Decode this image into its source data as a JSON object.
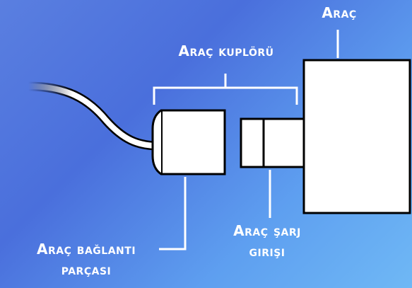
{
  "labels": {
    "vehicle": "Araç",
    "vehicle_coupler": "Araç kuplörü",
    "vehicle_inlet_line1": "Araç şarj",
    "vehicle_inlet_line2": "girişi",
    "vehicle_connector_line1": "Araç bağlantı",
    "vehicle_connector_line2": "parçası"
  },
  "colors": {
    "background_start": "#5a7fe0",
    "background_end": "#6fb8f5",
    "outline": "#000000",
    "fill": "#ffffff",
    "text": "#ffffff"
  }
}
